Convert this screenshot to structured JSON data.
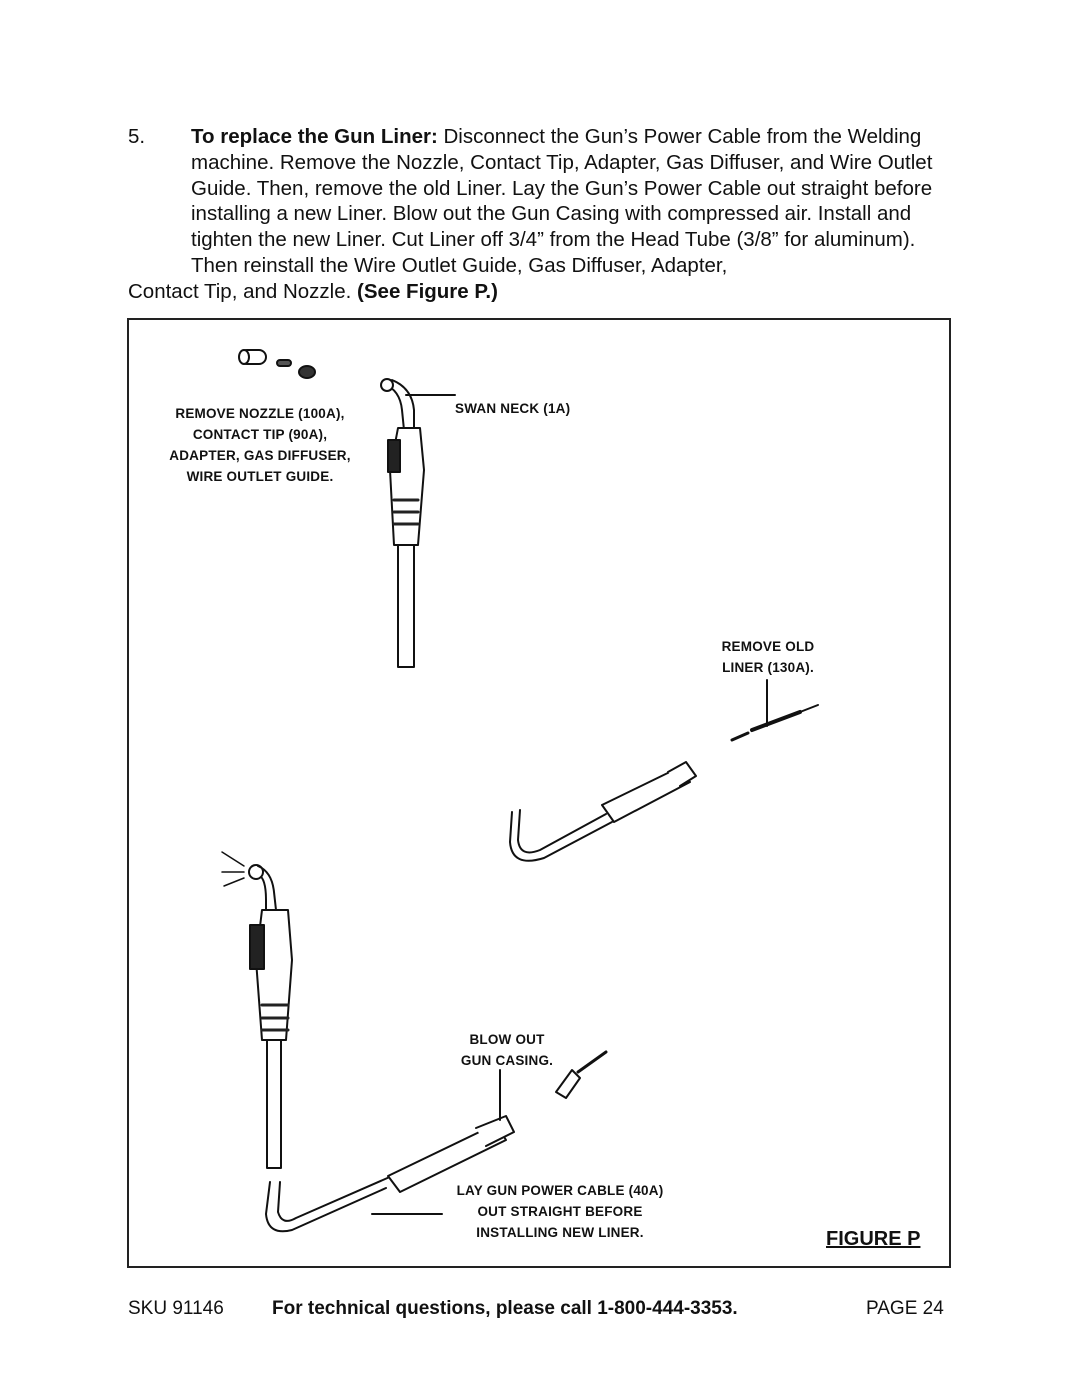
{
  "instruction": {
    "number": "5.",
    "lead": "To replace the Gun Liner:",
    "body": " Disconnect the Gun’s Power Cable from the Welding machine. Remove the Nozzle, Contact Tip, Adapter, Gas Diffuser, and Wire Outlet Guide. Then, remove the old Liner. Lay the Gun’s Power Cable out straight before installing a new Liner. Blow out the Gun Casing with compressed air. Install and tighten the new Liner. Cut Liner off 3/4” from the Head Tube (3/8” for aluminum). Then reinstall the Wire Outlet Guide, Gas Diffuser, Adapter,",
    "last_line": "Contact Tip, and Nozzle. ",
    "see_figure": "(See Figure P.)"
  },
  "figure": {
    "labels": {
      "remove_nozzle": [
        "REMOVE NOZZLE (100A),",
        "CONTACT TIP (90A),",
        "ADAPTER, GAS DIFFUSER,",
        "WIRE OUTLET GUIDE."
      ],
      "swan_neck": "SWAN NECK (1A)",
      "remove_liner": [
        "REMOVE OLD",
        "LINER (130A)."
      ],
      "blow_out": [
        "BLOW OUT",
        "GUN CASING."
      ],
      "lay_cable": [
        "LAY GUN POWER CABLE (40A)",
        "OUT STRAIGHT BEFORE",
        "INSTALLING NEW LINER."
      ]
    },
    "title": "FIGURE P"
  },
  "footer": {
    "sku": "SKU 91146",
    "tech": "For technical questions, please call 1-800-444-3353.",
    "page": "PAGE 24"
  }
}
